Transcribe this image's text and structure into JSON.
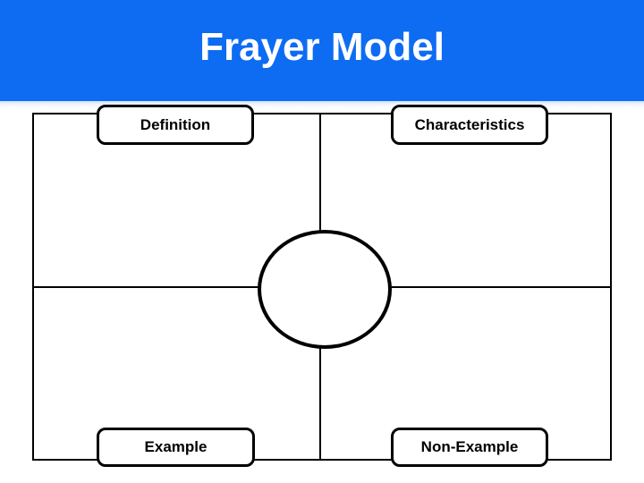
{
  "slide": {
    "title": "Frayer Model"
  },
  "diagram": {
    "type": "frayer-model-graphic-organizer",
    "quadrants": [
      {
        "position": "top-left",
        "label": "Definition"
      },
      {
        "position": "top-right",
        "label": "Characteristics"
      },
      {
        "position": "bottom-left",
        "label": "Example"
      },
      {
        "position": "bottom-right",
        "label": "Non-Example"
      }
    ],
    "center_shape": "circle",
    "center_text": ""
  },
  "colors": {
    "banner_blue": "#0d6cf2",
    "banner_edge_light_blue": "#cfe2fb",
    "title_text": "#ffffff",
    "line_black": "#000000",
    "background": "#ffffff"
  }
}
